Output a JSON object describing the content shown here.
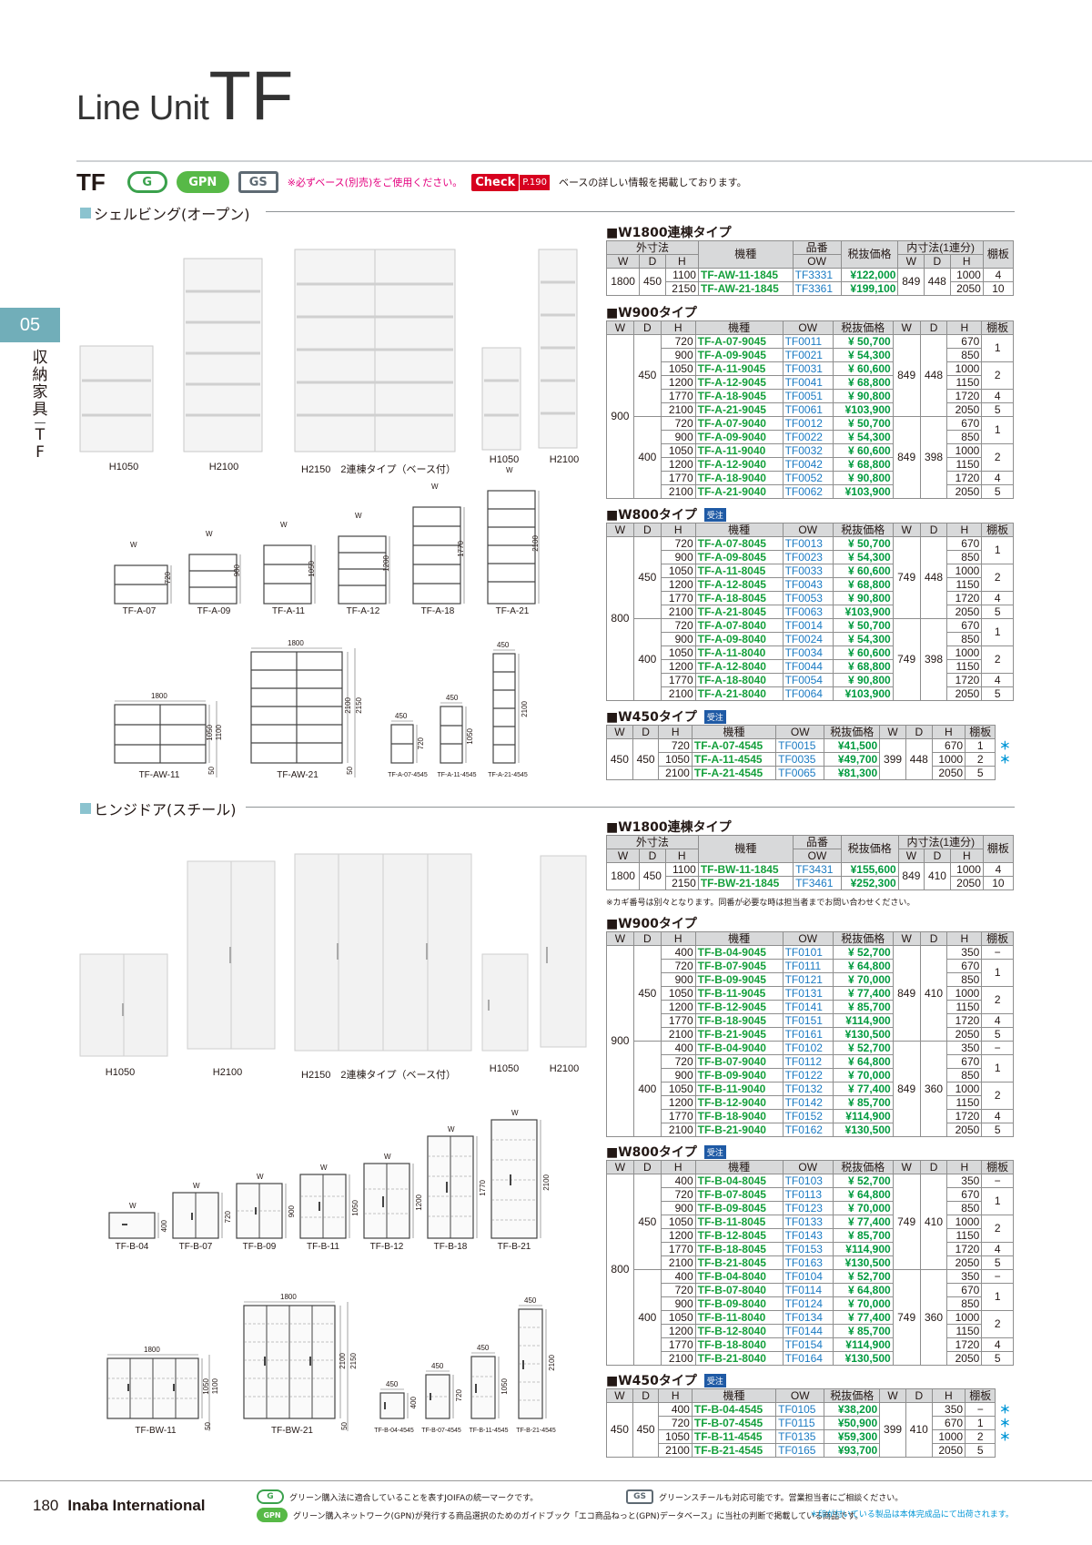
{
  "header": {
    "line": "Line Unit",
    "series": "TF",
    "code": "TF",
    "logos": [
      "G",
      "GPN",
      "GS"
    ],
    "note": "※必ずベース(別売)をご使用ください。",
    "check": "Check",
    "check_page": "P.190",
    "check_desc": "ベースの詳しい情報を掲載しております。"
  },
  "side": {
    "chapter": "05",
    "category": [
      "収",
      "納",
      "家",
      "具"
    ],
    "series": [
      "T",
      "F"
    ]
  },
  "open": {
    "section": "シェルビング(オープン)",
    "photo_labels": [
      "H1050",
      "H2100",
      "H2150　2連棟タイプ（ベース付）",
      "H1050",
      "H2100"
    ],
    "w_label": "W",
    "d1": [
      {
        "label": "TF-A-07",
        "h": "720"
      },
      {
        "label": "TF-A-09",
        "h": "900"
      },
      {
        "label": "TF-A-11",
        "h": "1050"
      },
      {
        "label": "TF-A-12",
        "h": "1200"
      },
      {
        "label": "TF-A-18",
        "h": "1770"
      },
      {
        "label": "TF-A-21",
        "h": "2100"
      }
    ],
    "d2": {
      "aw11": {
        "label": "TF-AW-11",
        "w": "1800",
        "h1": "1050",
        "h2": "1100",
        "b": "50"
      },
      "aw21": {
        "label": "TF-AW-21",
        "w": "1800",
        "h1": "2100",
        "h2": "2150",
        "b": "50"
      },
      "s1": {
        "label": "TF-A-07-4545",
        "w": "450",
        "h": "720"
      },
      "s2": {
        "label": "TF-A-11-4545",
        "w": "450",
        "h": "1050"
      },
      "s3": {
        "label": "TF-A-21-4545",
        "w": "450",
        "h": "2100"
      }
    },
    "t1": {
      "title": "■W1800連棟タイプ",
      "rows": [
        [
          "1800",
          "450",
          "1100",
          "TF-AW-11-1845",
          "TF3331",
          "¥122,000",
          "849",
          "448",
          "1000",
          "4"
        ],
        [
          "",
          "",
          "2150",
          "TF-AW-21-1845",
          "TF3361",
          "¥199,100",
          "",
          "",
          "2050",
          "10"
        ]
      ]
    },
    "t2": {
      "title": "■W900タイプ",
      "rows": [
        [
          "900",
          "450",
          "720",
          "TF-A-07-9045",
          "TF0011",
          "¥ 50,700",
          "849",
          "448",
          "670",
          "1"
        ],
        [
          "",
          "",
          "900",
          "TF-A-09-9045",
          "TF0021",
          "¥ 54,300",
          "",
          "",
          "850",
          ""
        ],
        [
          "",
          "",
          "1050",
          "TF-A-11-9045",
          "TF0031",
          "¥ 60,600",
          "",
          "",
          "1000",
          "2"
        ],
        [
          "",
          "",
          "1200",
          "TF-A-12-9045",
          "TF0041",
          "¥ 68,800",
          "",
          "",
          "1150",
          ""
        ],
        [
          "",
          "",
          "1770",
          "TF-A-18-9045",
          "TF0051",
          "¥ 90,800",
          "",
          "",
          "1720",
          "4"
        ],
        [
          "",
          "",
          "2100",
          "TF-A-21-9045",
          "TF0061",
          "¥103,900",
          "",
          "",
          "2050",
          "5"
        ],
        [
          "",
          "400",
          "720",
          "TF-A-07-9040",
          "TF0012",
          "¥ 50,700",
          "849",
          "398",
          "670",
          "1"
        ],
        [
          "",
          "",
          "900",
          "TF-A-09-9040",
          "TF0022",
          "¥ 54,300",
          "",
          "",
          "850",
          ""
        ],
        [
          "",
          "",
          "1050",
          "TF-A-11-9040",
          "TF0032",
          "¥ 60,600",
          "",
          "",
          "1000",
          "2"
        ],
        [
          "",
          "",
          "1200",
          "TF-A-12-9040",
          "TF0042",
          "¥ 68,800",
          "",
          "",
          "1150",
          ""
        ],
        [
          "",
          "",
          "1770",
          "TF-A-18-9040",
          "TF0052",
          "¥ 90,800",
          "",
          "",
          "1720",
          "4"
        ],
        [
          "",
          "",
          "2100",
          "TF-A-21-9040",
          "TF0062",
          "¥103,900",
          "",
          "",
          "2050",
          "5"
        ]
      ]
    },
    "t3": {
      "title": "■W800タイプ",
      "badge": "受注",
      "rows": [
        [
          "800",
          "450",
          "720",
          "TF-A-07-8045",
          "TF0013",
          "¥ 50,700",
          "749",
          "448",
          "670",
          "1"
        ],
        [
          "",
          "",
          "900",
          "TF-A-09-8045",
          "TF0023",
          "¥ 54,300",
          "",
          "",
          "850",
          ""
        ],
        [
          "",
          "",
          "1050",
          "TF-A-11-8045",
          "TF0033",
          "¥ 60,600",
          "",
          "",
          "1000",
          "2"
        ],
        [
          "",
          "",
          "1200",
          "TF-A-12-8045",
          "TF0043",
          "¥ 68,800",
          "",
          "",
          "1150",
          ""
        ],
        [
          "",
          "",
          "1770",
          "TF-A-18-8045",
          "TF0053",
          "¥ 90,800",
          "",
          "",
          "1720",
          "4"
        ],
        [
          "",
          "",
          "2100",
          "TF-A-21-8045",
          "TF0063",
          "¥103,900",
          "",
          "",
          "2050",
          "5"
        ],
        [
          "",
          "400",
          "720",
          "TF-A-07-8040",
          "TF0014",
          "¥ 50,700",
          "749",
          "398",
          "670",
          "1"
        ],
        [
          "",
          "",
          "900",
          "TF-A-09-8040",
          "TF0024",
          "¥ 54,300",
          "",
          "",
          "850",
          ""
        ],
        [
          "",
          "",
          "1050",
          "TF-A-11-8040",
          "TF0034",
          "¥ 60,600",
          "",
          "",
          "1000",
          "2"
        ],
        [
          "",
          "",
          "1200",
          "TF-A-12-8040",
          "TF0044",
          "¥ 68,800",
          "",
          "",
          "1150",
          ""
        ],
        [
          "",
          "",
          "1770",
          "TF-A-18-8040",
          "TF0054",
          "¥ 90,800",
          "",
          "",
          "1720",
          "4"
        ],
        [
          "",
          "",
          "2100",
          "TF-A-21-8040",
          "TF0064",
          "¥103,900",
          "",
          "",
          "2050",
          "5"
        ]
      ]
    },
    "t4": {
      "title": "■W450タイプ",
      "badge": "受注",
      "rows": [
        [
          "450",
          "450",
          "720",
          "TF-A-07-4545",
          "TF0015",
          "¥41,500",
          "399",
          "448",
          "670",
          "1",
          "＊"
        ],
        [
          "",
          "",
          "1050",
          "TF-A-11-4545",
          "TF0035",
          "¥49,700",
          "",
          "",
          "1000",
          "2",
          "＊"
        ],
        [
          "",
          "",
          "2100",
          "TF-A-21-4545",
          "TF0065",
          "¥81,300",
          "",
          "",
          "2050",
          "5",
          ""
        ]
      ]
    }
  },
  "hinge": {
    "section": "ヒンジドア(スチール)",
    "photo_labels": [
      "H1050",
      "H2100",
      "H2150　2連棟タイプ（ベース付）",
      "H1050",
      "H2100"
    ],
    "w_label": "W",
    "d1": [
      {
        "label": "TF-B-04",
        "h": "400"
      },
      {
        "label": "TF-B-07",
        "h": "720"
      },
      {
        "label": "TF-B-09",
        "h": "900"
      },
      {
        "label": "TF-B-11",
        "h": "1050"
      },
      {
        "label": "TF-B-12",
        "h": "1200"
      },
      {
        "label": "TF-B-18",
        "h": "1770"
      },
      {
        "label": "TF-B-21",
        "h": "2100"
      }
    ],
    "d2": {
      "bw11": {
        "label": "TF-BW-11",
        "w": "1800",
        "h1": "1050",
        "h2": "1100",
        "b": "50"
      },
      "bw21": {
        "label": "TF-BW-21",
        "w": "1800",
        "h1": "2100",
        "h2": "2150",
        "b": "50"
      },
      "s0": {
        "label": "TF-B-04-4545",
        "w": "450",
        "h": "400"
      },
      "s1": {
        "label": "TF-B-07-4545",
        "w": "450",
        "h": "720"
      },
      "s2": {
        "label": "TF-B-11-4545",
        "w": "450",
        "h": "1050"
      },
      "s3": {
        "label": "TF-B-21-4545",
        "w": "450",
        "h": "2100"
      }
    },
    "t1": {
      "title": "■W1800連棟タイプ",
      "rows": [
        [
          "1800",
          "450",
          "1100",
          "TF-BW-11-1845",
          "TF3431",
          "¥155,600",
          "849",
          "410",
          "1000",
          "4"
        ],
        [
          "",
          "",
          "2150",
          "TF-BW-21-1845",
          "TF3461",
          "¥252,300",
          "",
          "",
          "2050",
          "10"
        ]
      ]
    },
    "t1note": "※カギ番号は別々となります。同番が必要な時は担当者までお問い合わせください。",
    "t2": {
      "title": "■W900タイプ",
      "rows": [
        [
          "900",
          "450",
          "400",
          "TF-B-04-9045",
          "TF0101",
          "¥ 52,700",
          "849",
          "410",
          "350",
          "−"
        ],
        [
          "",
          "",
          "720",
          "TF-B-07-9045",
          "TF0111",
          "¥ 64,800",
          "",
          "",
          "670",
          "1"
        ],
        [
          "",
          "",
          "900",
          "TF-B-09-9045",
          "TF0121",
          "¥ 70,000",
          "",
          "",
          "850",
          ""
        ],
        [
          "",
          "",
          "1050",
          "TF-B-11-9045",
          "TF0131",
          "¥ 77,400",
          "",
          "",
          "1000",
          "2"
        ],
        [
          "",
          "",
          "1200",
          "TF-B-12-9045",
          "TF0141",
          "¥ 85,700",
          "",
          "",
          "1150",
          ""
        ],
        [
          "",
          "",
          "1770",
          "TF-B-18-9045",
          "TF0151",
          "¥114,900",
          "",
          "",
          "1720",
          "4"
        ],
        [
          "",
          "",
          "2100",
          "TF-B-21-9045",
          "TF0161",
          "¥130,500",
          "",
          "",
          "2050",
          "5"
        ],
        [
          "",
          "400",
          "400",
          "TF-B-04-9040",
          "TF0102",
          "¥ 52,700",
          "849",
          "360",
          "350",
          "−"
        ],
        [
          "",
          "",
          "720",
          "TF-B-07-9040",
          "TF0112",
          "¥ 64,800",
          "",
          "",
          "670",
          "1"
        ],
        [
          "",
          "",
          "900",
          "TF-B-09-9040",
          "TF0122",
          "¥ 70,000",
          "",
          "",
          "850",
          ""
        ],
        [
          "",
          "",
          "1050",
          "TF-B-11-9040",
          "TF0132",
          "¥ 77,400",
          "",
          "",
          "1000",
          "2"
        ],
        [
          "",
          "",
          "1200",
          "TF-B-12-9040",
          "TF0142",
          "¥ 85,700",
          "",
          "",
          "1150",
          ""
        ],
        [
          "",
          "",
          "1770",
          "TF-B-18-9040",
          "TF0152",
          "¥114,900",
          "",
          "",
          "1720",
          "4"
        ],
        [
          "",
          "",
          "2100",
          "TF-B-21-9040",
          "TF0162",
          "¥130,500",
          "",
          "",
          "2050",
          "5"
        ]
      ]
    },
    "t3": {
      "title": "■W800タイプ",
      "badge": "受注",
      "rows": [
        [
          "800",
          "450",
          "400",
          "TF-B-04-8045",
          "TF0103",
          "¥ 52,700",
          "749",
          "410",
          "350",
          "−"
        ],
        [
          "",
          "",
          "720",
          "TF-B-07-8045",
          "TF0113",
          "¥ 64,800",
          "",
          "",
          "670",
          "1"
        ],
        [
          "",
          "",
          "900",
          "TF-B-09-8045",
          "TF0123",
          "¥ 70,000",
          "",
          "",
          "850",
          ""
        ],
        [
          "",
          "",
          "1050",
          "TF-B-11-8045",
          "TF0133",
          "¥ 77,400",
          "",
          "",
          "1000",
          "2"
        ],
        [
          "",
          "",
          "1200",
          "TF-B-12-8045",
          "TF0143",
          "¥ 85,700",
          "",
          "",
          "1150",
          ""
        ],
        [
          "",
          "",
          "1770",
          "TF-B-18-8045",
          "TF0153",
          "¥114,900",
          "",
          "",
          "1720",
          "4"
        ],
        [
          "",
          "",
          "2100",
          "TF-B-21-8045",
          "TF0163",
          "¥130,500",
          "",
          "",
          "2050",
          "5"
        ],
        [
          "",
          "400",
          "400",
          "TF-B-04-8040",
          "TF0104",
          "¥ 52,700",
          "749",
          "360",
          "350",
          "−"
        ],
        [
          "",
          "",
          "720",
          "TF-B-07-8040",
          "TF0114",
          "¥ 64,800",
          "",
          "",
          "670",
          "1"
        ],
        [
          "",
          "",
          "900",
          "TF-B-09-8040",
          "TF0124",
          "¥ 70,000",
          "",
          "",
          "850",
          ""
        ],
        [
          "",
          "",
          "1050",
          "TF-B-11-8040",
          "TF0134",
          "¥ 77,400",
          "",
          "",
          "1000",
          "2"
        ],
        [
          "",
          "",
          "1200",
          "TF-B-12-8040",
          "TF0144",
          "¥ 85,700",
          "",
          "",
          "1150",
          ""
        ],
        [
          "",
          "",
          "1770",
          "TF-B-18-8040",
          "TF0154",
          "¥114,900",
          "",
          "",
          "1720",
          "4"
        ],
        [
          "",
          "",
          "2100",
          "TF-B-21-8040",
          "TF0164",
          "¥130,500",
          "",
          "",
          "2050",
          "5"
        ]
      ]
    },
    "t4": {
      "title": "■W450タイプ",
      "badge": "受注",
      "rows": [
        [
          "450",
          "450",
          "400",
          "TF-B-04-4545",
          "TF0105",
          "¥38,200",
          "399",
          "410",
          "350",
          "−",
          "＊"
        ],
        [
          "",
          "",
          "720",
          "TF-B-07-4545",
          "TF0115",
          "¥50,900",
          "",
          "",
          "670",
          "1",
          "＊"
        ],
        [
          "",
          "",
          "1050",
          "TF-B-11-4545",
          "TF0135",
          "¥59,300",
          "",
          "",
          "1000",
          "2",
          "＊"
        ],
        [
          "",
          "",
          "2100",
          "TF-B-21-4545",
          "TF0165",
          "¥93,700",
          "",
          "",
          "2050",
          "5",
          ""
        ]
      ]
    }
  },
  "table_headers": {
    "gaisun": "外寸法",
    "w": "W",
    "d": "D",
    "h": "H",
    "model": "機種",
    "hinban": "品番",
    "ow": "OW",
    "price": "税抜価格",
    "naisun": "内寸法(1連分)",
    "tana": "棚板"
  },
  "footer": {
    "page": "180",
    "company": "Inaba International",
    "g_text": "グリーン購入法に適合していることを表すJOIFAの統一マークです。",
    "gpn_text": "グリーン購入ネットワーク(GPN)が発行する商品選択のためのガイドブック「エコ商品ねっと(GPN)データベース」に当社の判断で掲載している商品です。",
    "gs_text": "グリーンスチールも対応可能です。営業担当者にご相談ください。",
    "star_text": "＊印が付いている製品は本体完成品にて出荷されます。"
  },
  "colors": {
    "accent": "#71aeb9",
    "model_green": "#149f3b",
    "ow_blue": "#1a7ac2",
    "check_red": "#d7001f",
    "note_pink": "#e4007f"
  }
}
